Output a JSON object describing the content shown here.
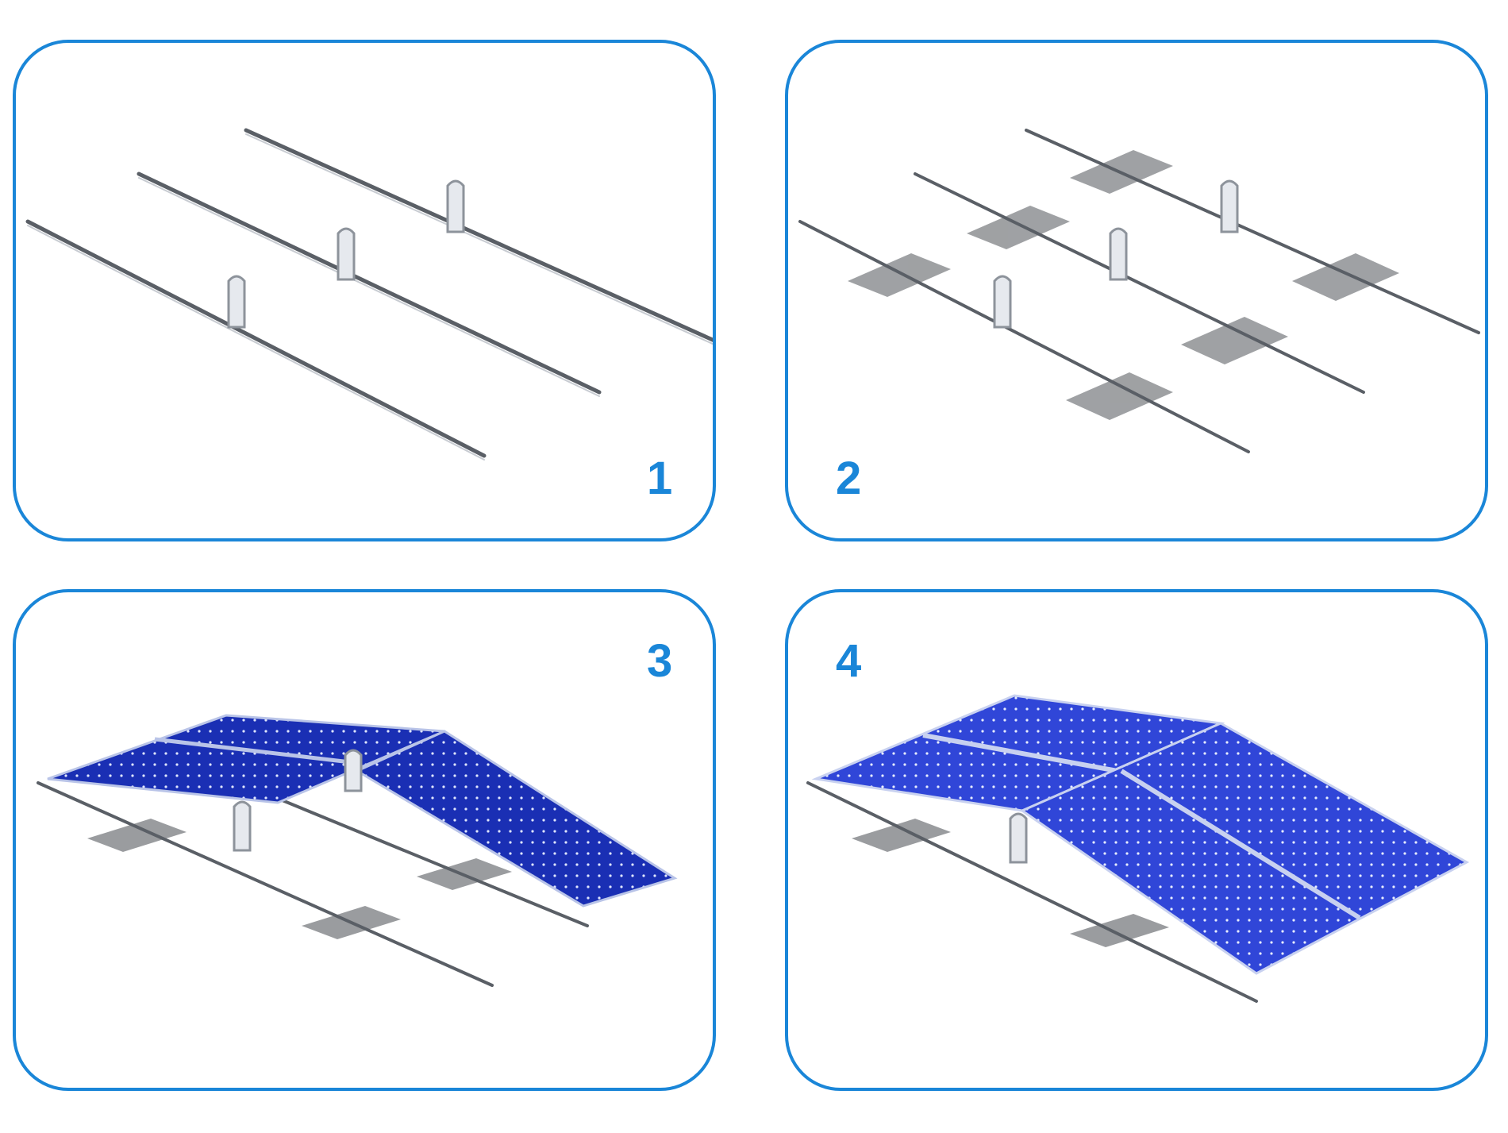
{
  "steps": [
    {
      "label": "1"
    },
    {
      "label": "2"
    },
    {
      "label": "3"
    },
    {
      "label": "4"
    }
  ],
  "colors": {
    "border": "#1a86d8",
    "step_number": "#1a86d8",
    "rail": "#5a5f66",
    "ballast": "#9a9c9f",
    "panel": "#1a2fb4",
    "panel_light": "#2d44d6"
  },
  "icons": [
    "rail",
    "support-leg",
    "ballast-plate",
    "solar-panel"
  ]
}
